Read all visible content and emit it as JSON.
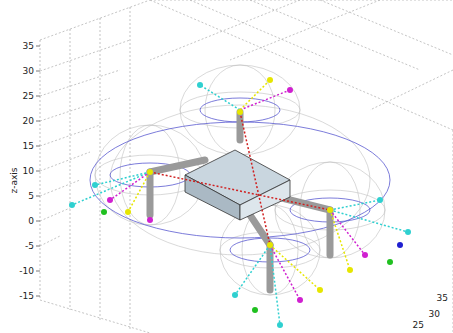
{
  "diagram": {
    "labels": [
      "35",
      "30",
      "25",
      "20",
      "15",
      "10",
      "5",
      "0",
      "-5",
      "-10",
      "-15",
      "z-axis",
      "35",
      "30",
      "25"
    ]
  }
}
